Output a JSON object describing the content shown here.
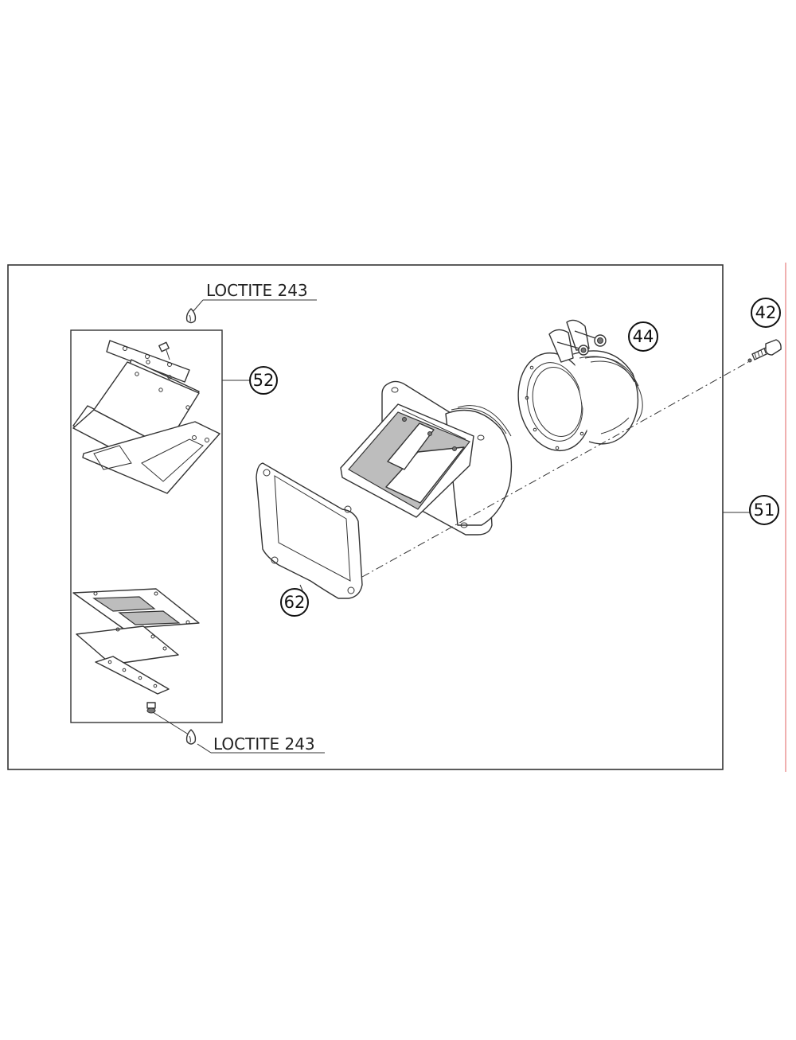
{
  "annotations": {
    "loctite_top": "LOCTITE 243",
    "loctite_bottom": "LOCTITE 243"
  },
  "callouts": {
    "screw": "42",
    "clamp_flange": "44",
    "assembly": "51",
    "reed_kit": "52",
    "gasket": "62"
  },
  "colors": {
    "line": "#333333",
    "shade": "#bdbdbd",
    "margin_line": "#e06060"
  }
}
